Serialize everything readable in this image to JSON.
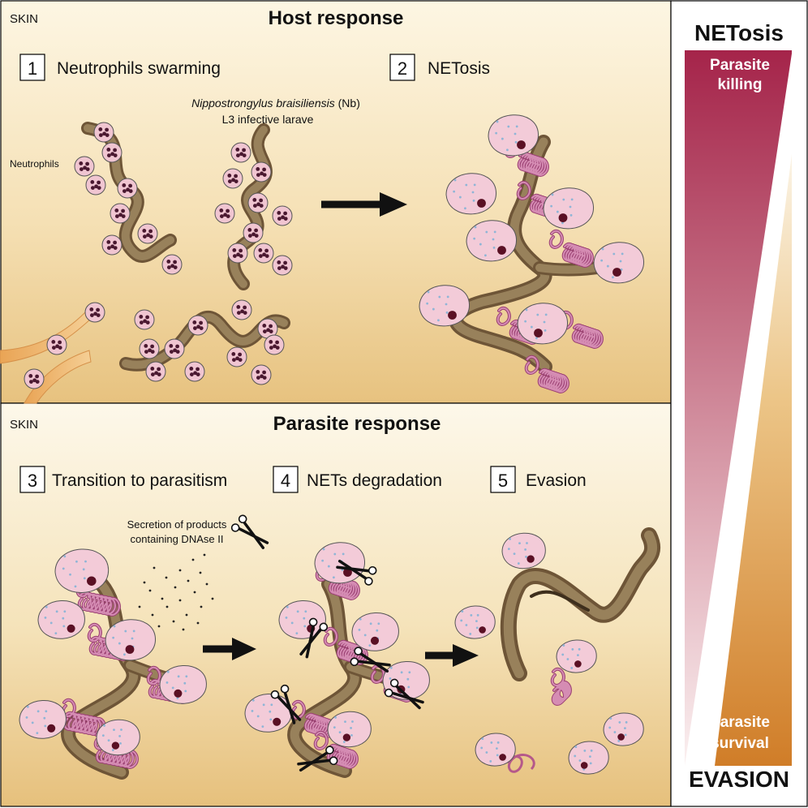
{
  "host_panel": {
    "location_label": "SKIN",
    "title": "Host response",
    "step1": {
      "number": "1",
      "label": "Neutrophils swarming"
    },
    "step2": {
      "number": "2",
      "label": "NETosis"
    },
    "parasite_name_italic": "Nippostrongylus braisiliensis",
    "parasite_abbrev": " (Nb)",
    "parasite_stage": "L3 infective larave",
    "neutrophils_label": "Neutrophils"
  },
  "parasite_panel": {
    "location_label": "SKIN",
    "title": "Parasite response",
    "step3": {
      "number": "3",
      "label": "Transition to parasitism"
    },
    "step4": {
      "number": "4",
      "label": "NETs degradation"
    },
    "step5": {
      "number": "5",
      "label": "Evasion"
    },
    "secretion_line1": "Secretion of products",
    "secretion_line2": "containing DNAse II"
  },
  "sidebar": {
    "top_title": "NETosis",
    "killing_line1": "Parasite",
    "killing_line2": "killing",
    "survival_line1": "Parasite",
    "survival_line2": "survival",
    "bottom_title": "EVASION"
  },
  "colors": {
    "killing": "#a8284c",
    "survival": "#d4822b",
    "skin_light": "#fbf3dc",
    "skin_dark": "#e8c27e",
    "neutrophil_fill": "#f2c6d2",
    "net_strand": "#b5588a",
    "worm": "#8a6d46"
  },
  "icons": [
    "neutrophil-cell-icon",
    "net-strand-icon",
    "scissors-icon",
    "arrow-icon",
    "worm-larva-icon"
  ]
}
